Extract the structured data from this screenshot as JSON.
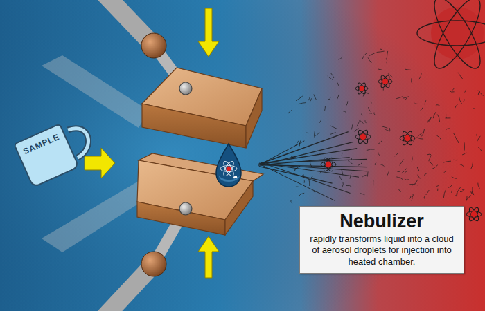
{
  "diagram": {
    "nodes": [
      {
        "text": [
          "SAMPLE"
        ]
      },
      {
        "text": [
          "Nebulizer",
          "rapidly transforms liquid into a cloud of aerosol droplets for injection into heated chamber."
        ]
      }
    ]
  }
}
